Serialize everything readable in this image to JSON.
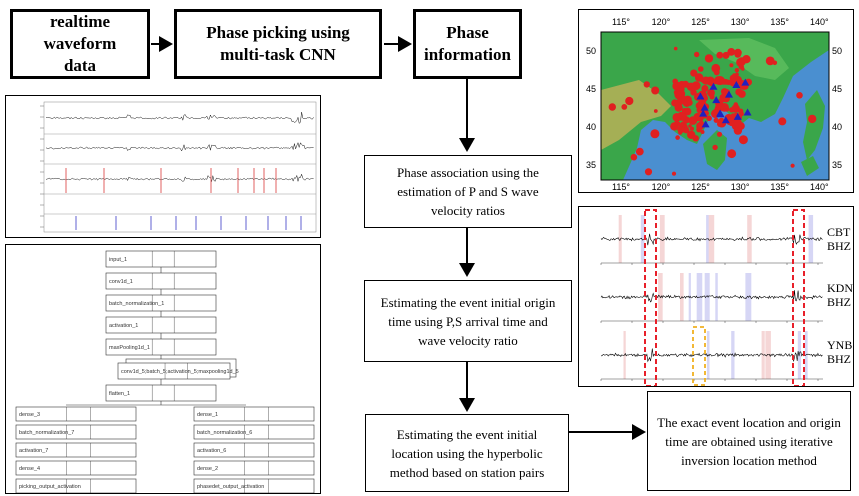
{
  "flow": {
    "realtime_waveform": "realtime waveform data",
    "phase_picking": "Phase picking using multi-task CNN",
    "phase_information": "Phase information",
    "phase_association": "Phase association using the estimation of P and S wave velocity ratios",
    "origin_time": "Estimating  the event initial origin time using P,S arrival time and wave velocity ratio",
    "initial_location": "Estimating the event initial location using the hyperbolic method based on station pairs",
    "exact_location": "The exact event location and origin time are obtained using iterative inversion location method"
  },
  "map": {
    "lon_ticks": [
      "115°",
      "120°",
      "125°",
      "130°",
      "135°",
      "140°"
    ],
    "lat_ticks": [
      "50",
      "45",
      "40",
      "35"
    ]
  },
  "seismograms": {
    "stations": [
      {
        "name": "CBT",
        "channel": "BHZ"
      },
      {
        "name": "KDN",
        "channel": "BHZ"
      },
      {
        "name": "YNB",
        "channel": "BHZ"
      }
    ]
  },
  "model_layers": [
    "input_1",
    "conv1d_1",
    "batch_normalization_1",
    "activation_1",
    "maxPooling1d_1",
    "conv1d_5;batch_5;activation_5;maxpooling1d_5",
    "flatten_1",
    "dense_3",
    "batch_normalization_7",
    "activation_7",
    "dense_4",
    "picking_output_activation",
    "dense_1",
    "batch_normalization_6",
    "activation_6",
    "dense_2",
    "phasedet_output_activation"
  ],
  "colors": {
    "arrow": "#000000",
    "pick_box": "#e8202a",
    "alt_box": "#f0b020",
    "event_dot": "#e02020",
    "station": "#2020c0",
    "sea": "#4a8fd0",
    "land": "#3aa64a"
  }
}
